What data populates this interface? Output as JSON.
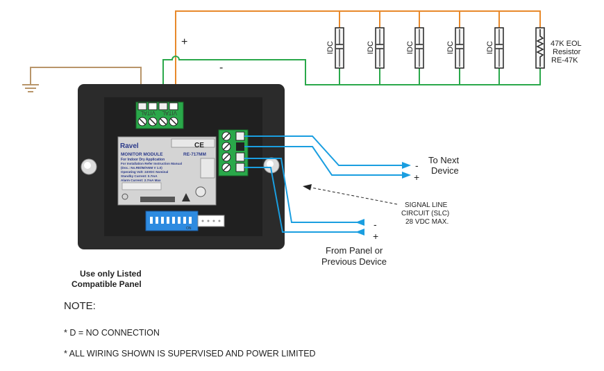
{
  "wiring": {
    "positive_sign": "+",
    "negative_sign": "-",
    "idc_label": "IDC",
    "idc_count": 5,
    "eol_resistor": [
      "47K EOL",
      "Resistor",
      "RE-47K"
    ]
  },
  "module": {
    "brand": "Ravel",
    "name": "MONITOR MODULE",
    "model": "RE-717MM",
    "ce_mark": "CE",
    "plate_lines": [
      "For Indoor Dry Application",
      "For Installation Refer Instruction Manual",
      "(Doc.: No.RE/IM/ANM V 1.0)",
      "Operating Volt: 24VDC Nominal",
      "Standby Current: 0.7mA",
      "Alarm Current: 2.7mA Max"
    ],
    "vital_label": "VITAL",
    "dip_on": "ON"
  },
  "slc": {
    "to_next_minus": "-",
    "to_next_plus": "+",
    "to_next": [
      "To Next",
      "Device"
    ],
    "from_minus": "-",
    "from_plus": "+",
    "from_panel": [
      "From Panel or",
      "Previous Device"
    ],
    "circuit_note": [
      "SIGNAL LINE",
      "CIRCUIT (SLC)",
      "28 VDC MAX."
    ]
  },
  "panel_note": [
    "Use only Listed",
    "Compatible Panel"
  ],
  "notes": {
    "title": "NOTE:",
    "items": [
      "* D = NO CONNECTION",
      "* ALL WIRING SHOWN IS SUPERVISED AND POWER LIMITED"
    ]
  },
  "colors": {
    "orange_wire": "#e8892a",
    "green_wire": "#2aa84a",
    "ground_wire": "#b8956a",
    "blue_wire": "#1a9ee0",
    "module_body": "#2b2b2b"
  }
}
